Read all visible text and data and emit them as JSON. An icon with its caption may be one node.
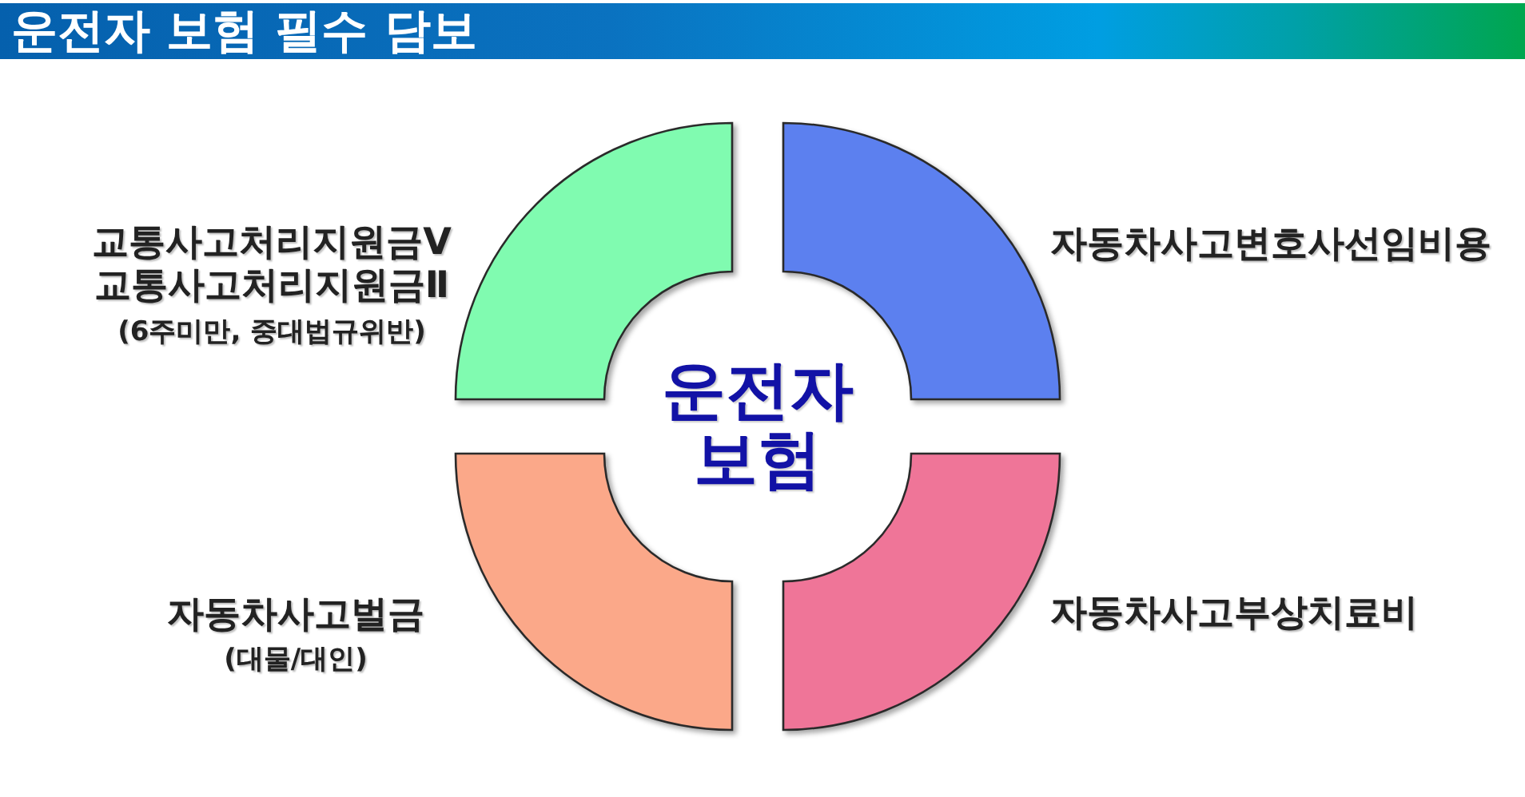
{
  "diagram": {
    "title": "운전자 보험 필수 담보",
    "nodes": [
      {
        "text": [],
        "shape": "arc",
        "beside": [
          "교통사고처리지원금Ⅴ",
          "교통사고처리지원금Ⅱ",
          "(6주미만, 중대법규위반)"
        ]
      },
      {
        "text": [],
        "shape": "arc",
        "beside": [
          "자동차사고변호사선임비용"
        ]
      },
      {
        "text": [],
        "shape": "arc",
        "beside": [
          "자동차사고벌금",
          "(대물/대인)"
        ]
      },
      {
        "text": [],
        "shape": "arc",
        "beside": [
          "자동차사고부상치료비"
        ]
      }
    ],
    "labels": [
      "운전자 보험"
    ]
  }
}
